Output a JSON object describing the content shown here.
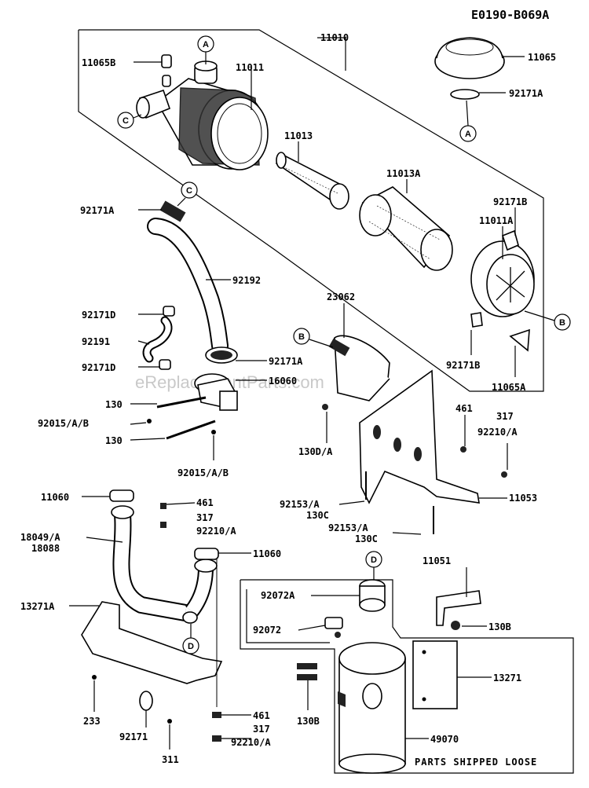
{
  "diagram_code": "E0190-B069A",
  "watermark": "eReplacementParts.com",
  "footer_note": "PARTS SHIPPED LOOSE",
  "refs": {
    "A": "A",
    "B": "B",
    "C": "C",
    "D": "D"
  },
  "labels": {
    "p11010": "11010",
    "p11065B": "11065B",
    "p11011": "11011",
    "p11065": "11065",
    "p92171A_top": "92171A",
    "p11013": "11013",
    "p11013A": "11013A",
    "p92171B_top": "92171B",
    "p11011A": "11011A",
    "p92171A_hose": "92171A",
    "p92192": "92192",
    "p23062": "23062",
    "p92171D_1": "92171D",
    "p92191": "92191",
    "p92171D_2": "92171D",
    "p92171A_mid": "92171A",
    "p16060": "16060",
    "p92171B_bot": "92171B",
    "p11065A": "11065A",
    "p130_1": "130",
    "p92015_1": "92015/A/B",
    "p130_2": "130",
    "p92015_2": "92015/A/B",
    "p461_r": "461",
    "p317_r": "317",
    "p92210_r": "92210/A",
    "p130D": "130D/A",
    "p92153_1": "92153/A",
    "p130C_1": "130C",
    "p11053": "11053",
    "p92153_2": "92153/A",
    "p130C_2": "130C",
    "p11060_1": "11060",
    "p461_l": "461",
    "p317_l": "317",
    "p92210_l": "92210/A",
    "p18049": "18049/A",
    "p18088": "18088",
    "p11060_2": "11060",
    "p11051": "11051",
    "p92072A": "92072A",
    "p13271A": "13271A",
    "p130B_1": "130B",
    "p92072": "92072",
    "p13271": "13271",
    "p233": "233",
    "p130B_2": "130B",
    "p461_b": "461",
    "p317_b": "317",
    "p92171": "92171",
    "p92210_b": "92210/A",
    "p49070": "49070",
    "p311": "311"
  }
}
